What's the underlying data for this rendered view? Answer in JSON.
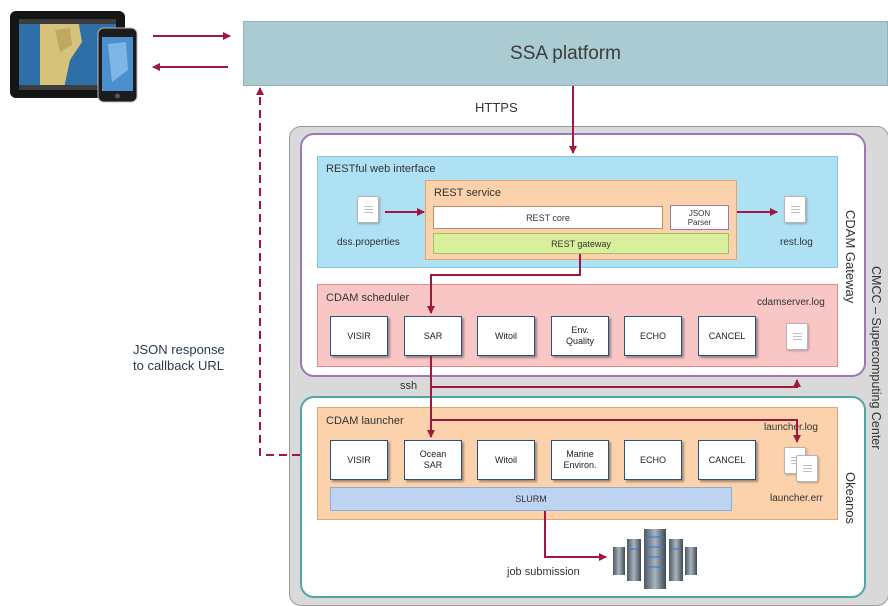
{
  "ssa_platform": "SSA platform",
  "https": "HTTPS",
  "json_response": [
    "JSON  response",
    "to callback URL"
  ],
  "cmcc": "CMCC – Supercomputing Center",
  "cdam_gateway": "CDAM Gateway",
  "okeanos": "Okeanos",
  "restful": "RESTful web interface",
  "rest_service": "REST service",
  "rest_core": "REST core",
  "json_parser": [
    "JSON",
    "Parser"
  ],
  "rest_gateway": "REST gateway",
  "dss_properties": "dss.properties",
  "rest_log": "rest.log",
  "scheduler": {
    "title": "CDAM scheduler",
    "log": "cdamserver.log",
    "modules": [
      [
        "VISIR"
      ],
      [
        "SAR"
      ],
      [
        "Witoil"
      ],
      [
        "Env.",
        "Quality"
      ],
      [
        "ECHO"
      ],
      [
        "CANCEL"
      ]
    ]
  },
  "ssh": "ssh",
  "launcher": {
    "title": "CDAM launcher",
    "log": "launcher.log",
    "err": "launcher.err",
    "modules": [
      [
        "VISIR"
      ],
      [
        "Ocean",
        "SAR"
      ],
      [
        "Witoil"
      ],
      [
        "Marine",
        "Environ."
      ],
      [
        "ECHO"
      ],
      [
        "CANCEL"
      ]
    ]
  },
  "slurm": "SLURM",
  "job_submission": "job submission",
  "colors": {
    "arrow": "#a3173e",
    "ssa_bg": "#a9cbd1",
    "gateway_border": "#9b77b4",
    "okeanos_border": "#4ea7a0"
  },
  "icons": [
    "tablet-icon",
    "smartphone-icon",
    "document-icon",
    "server-cluster-icon"
  ]
}
